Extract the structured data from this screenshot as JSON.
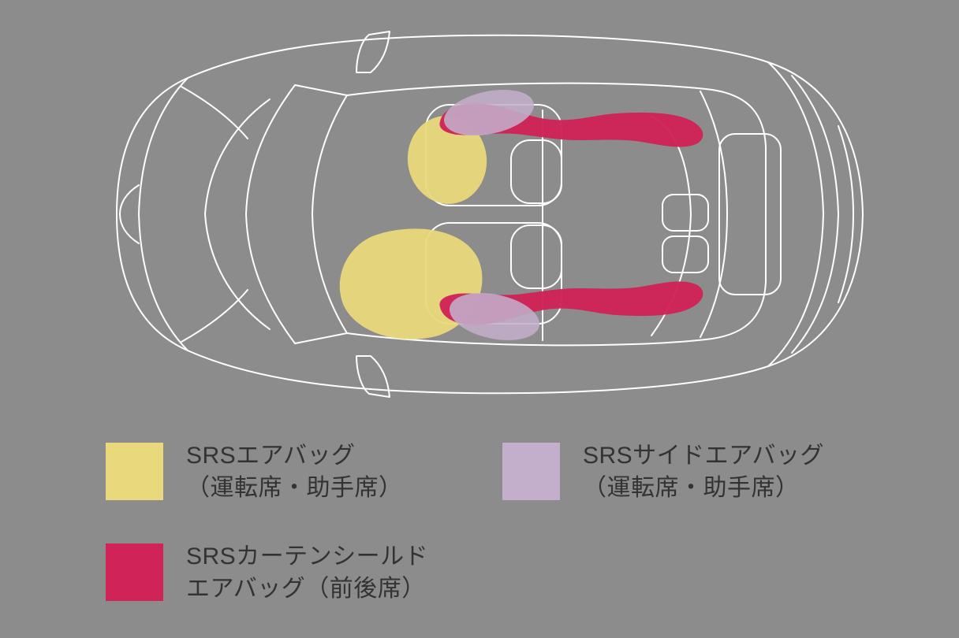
{
  "page": {
    "background": "#8c8c8c"
  },
  "diagram": {
    "car_outline_color": "#ffffff"
  },
  "colors": {
    "front_airbag": "#e9d97c",
    "side_airbag": "#c3aecb",
    "curtain_airbag": "#d02459"
  },
  "legend": {
    "items": [
      {
        "id": "front-airbag",
        "line1": "SRSエアバッグ",
        "line2": "（運転席・助手席）"
      },
      {
        "id": "side-airbag",
        "line1": "SRSサイドエアバッグ",
        "line2": "（運転席・助手席）"
      },
      {
        "id": "curtain-airbag",
        "line1": "SRSカーテンシールド",
        "line2": "エアバッグ（前後席）"
      }
    ]
  }
}
